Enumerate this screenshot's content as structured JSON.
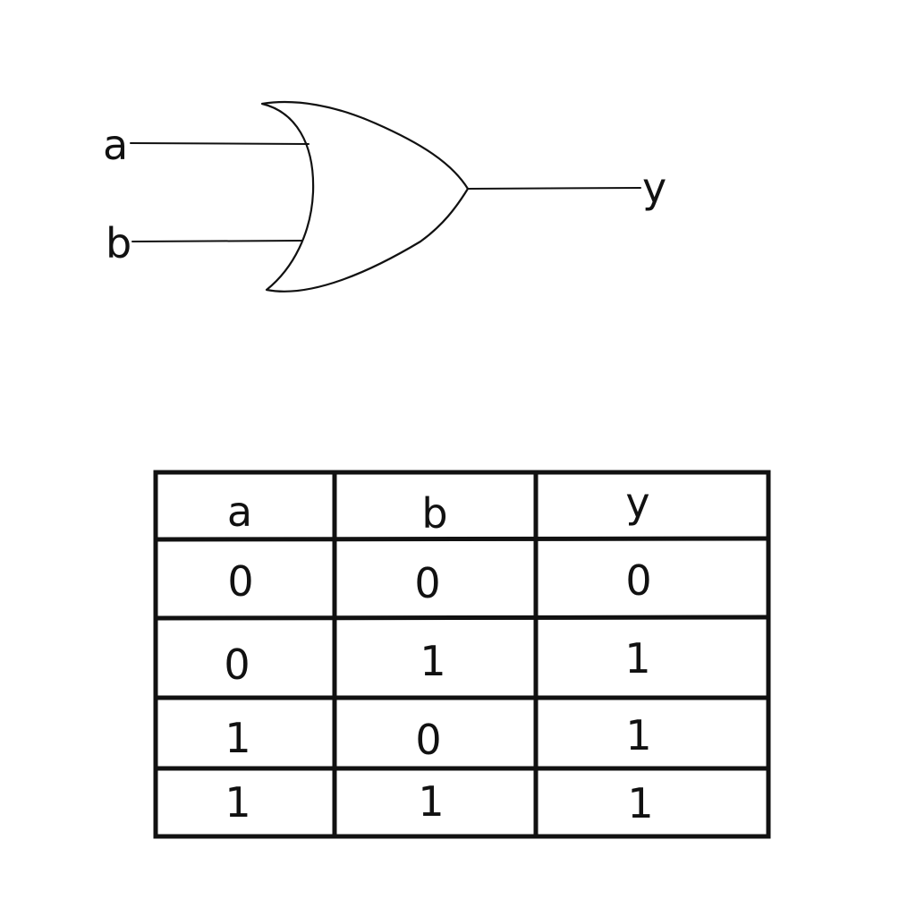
{
  "diagram": {
    "gate": "OR",
    "inputs": [
      "a",
      "b"
    ],
    "output": "y"
  },
  "truth_table": {
    "headers": [
      "a",
      "b",
      "y"
    ],
    "rows": [
      [
        "0",
        "0",
        "0"
      ],
      [
        "0",
        "1",
        "1"
      ],
      [
        "1",
        "0",
        "1"
      ],
      [
        "1",
        "1",
        "1"
      ]
    ]
  }
}
